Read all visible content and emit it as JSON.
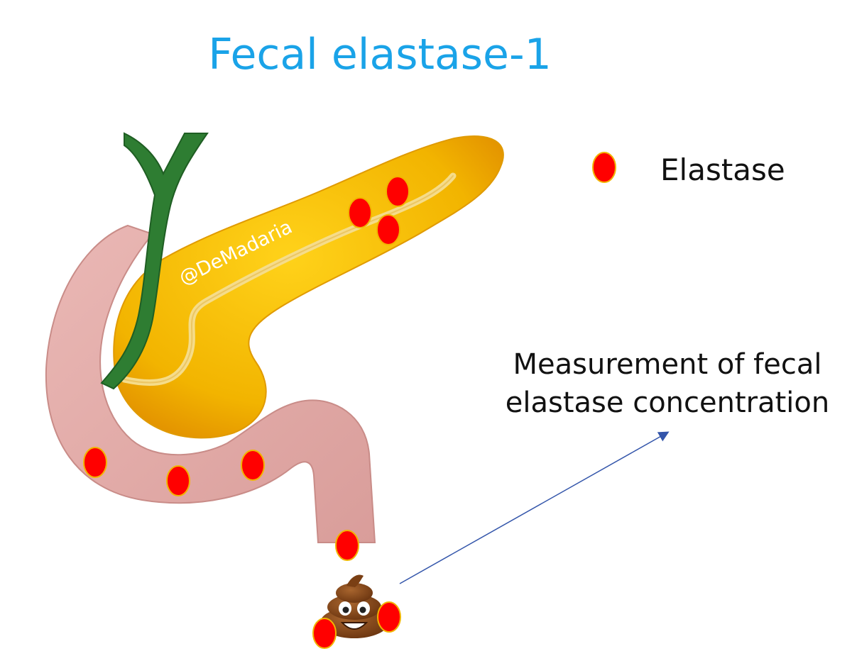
{
  "title": "Fecal elastase-1",
  "watermark": "@DeMadaria",
  "legend": {
    "label": "Elastase",
    "marker_color": "#ff0000"
  },
  "annotation": {
    "line1": "Measurement of fecal",
    "line2": "elastase concentration"
  },
  "colors": {
    "title": "#1aa3e8",
    "pancreas": "#f2b400",
    "duodenum": "#e6b0ad",
    "bile_duct": "#2e7d32",
    "elastase": "#ff0000",
    "arrow": "#3355aa",
    "stool": "#8b4a1c"
  },
  "icons": {
    "stool": "poop-emoji-icon"
  }
}
